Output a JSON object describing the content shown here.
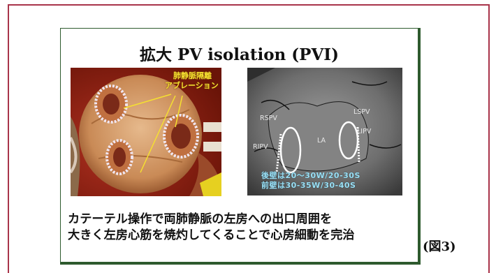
{
  "slide": {
    "title": "拡大 PV isolation (PVI)",
    "annotation_line1": "肺静脈隔離",
    "annotation_line2": "アブレーション",
    "xray_labels": {
      "rspv": "RSPV",
      "lspv": "LSPV",
      "lipv": "LIPV",
      "ripv": "RIPV",
      "la": "LA"
    },
    "power_posterior": "後壁は20〜30W/20-30S",
    "power_anterior": "前壁は30-35W/30-40S",
    "caption_line1": "カテーテル操作で両肺静脈の左房への出口周囲を",
    "caption_line2": "大きく左房心筋を焼灼してくることで心房細動を完治"
  },
  "figure_ref": "(図3)",
  "colors": {
    "frame": "#a8344a",
    "slide_border": "#2e5a2e",
    "annotation": "#f5e030",
    "power_text": "#9be0f5"
  }
}
